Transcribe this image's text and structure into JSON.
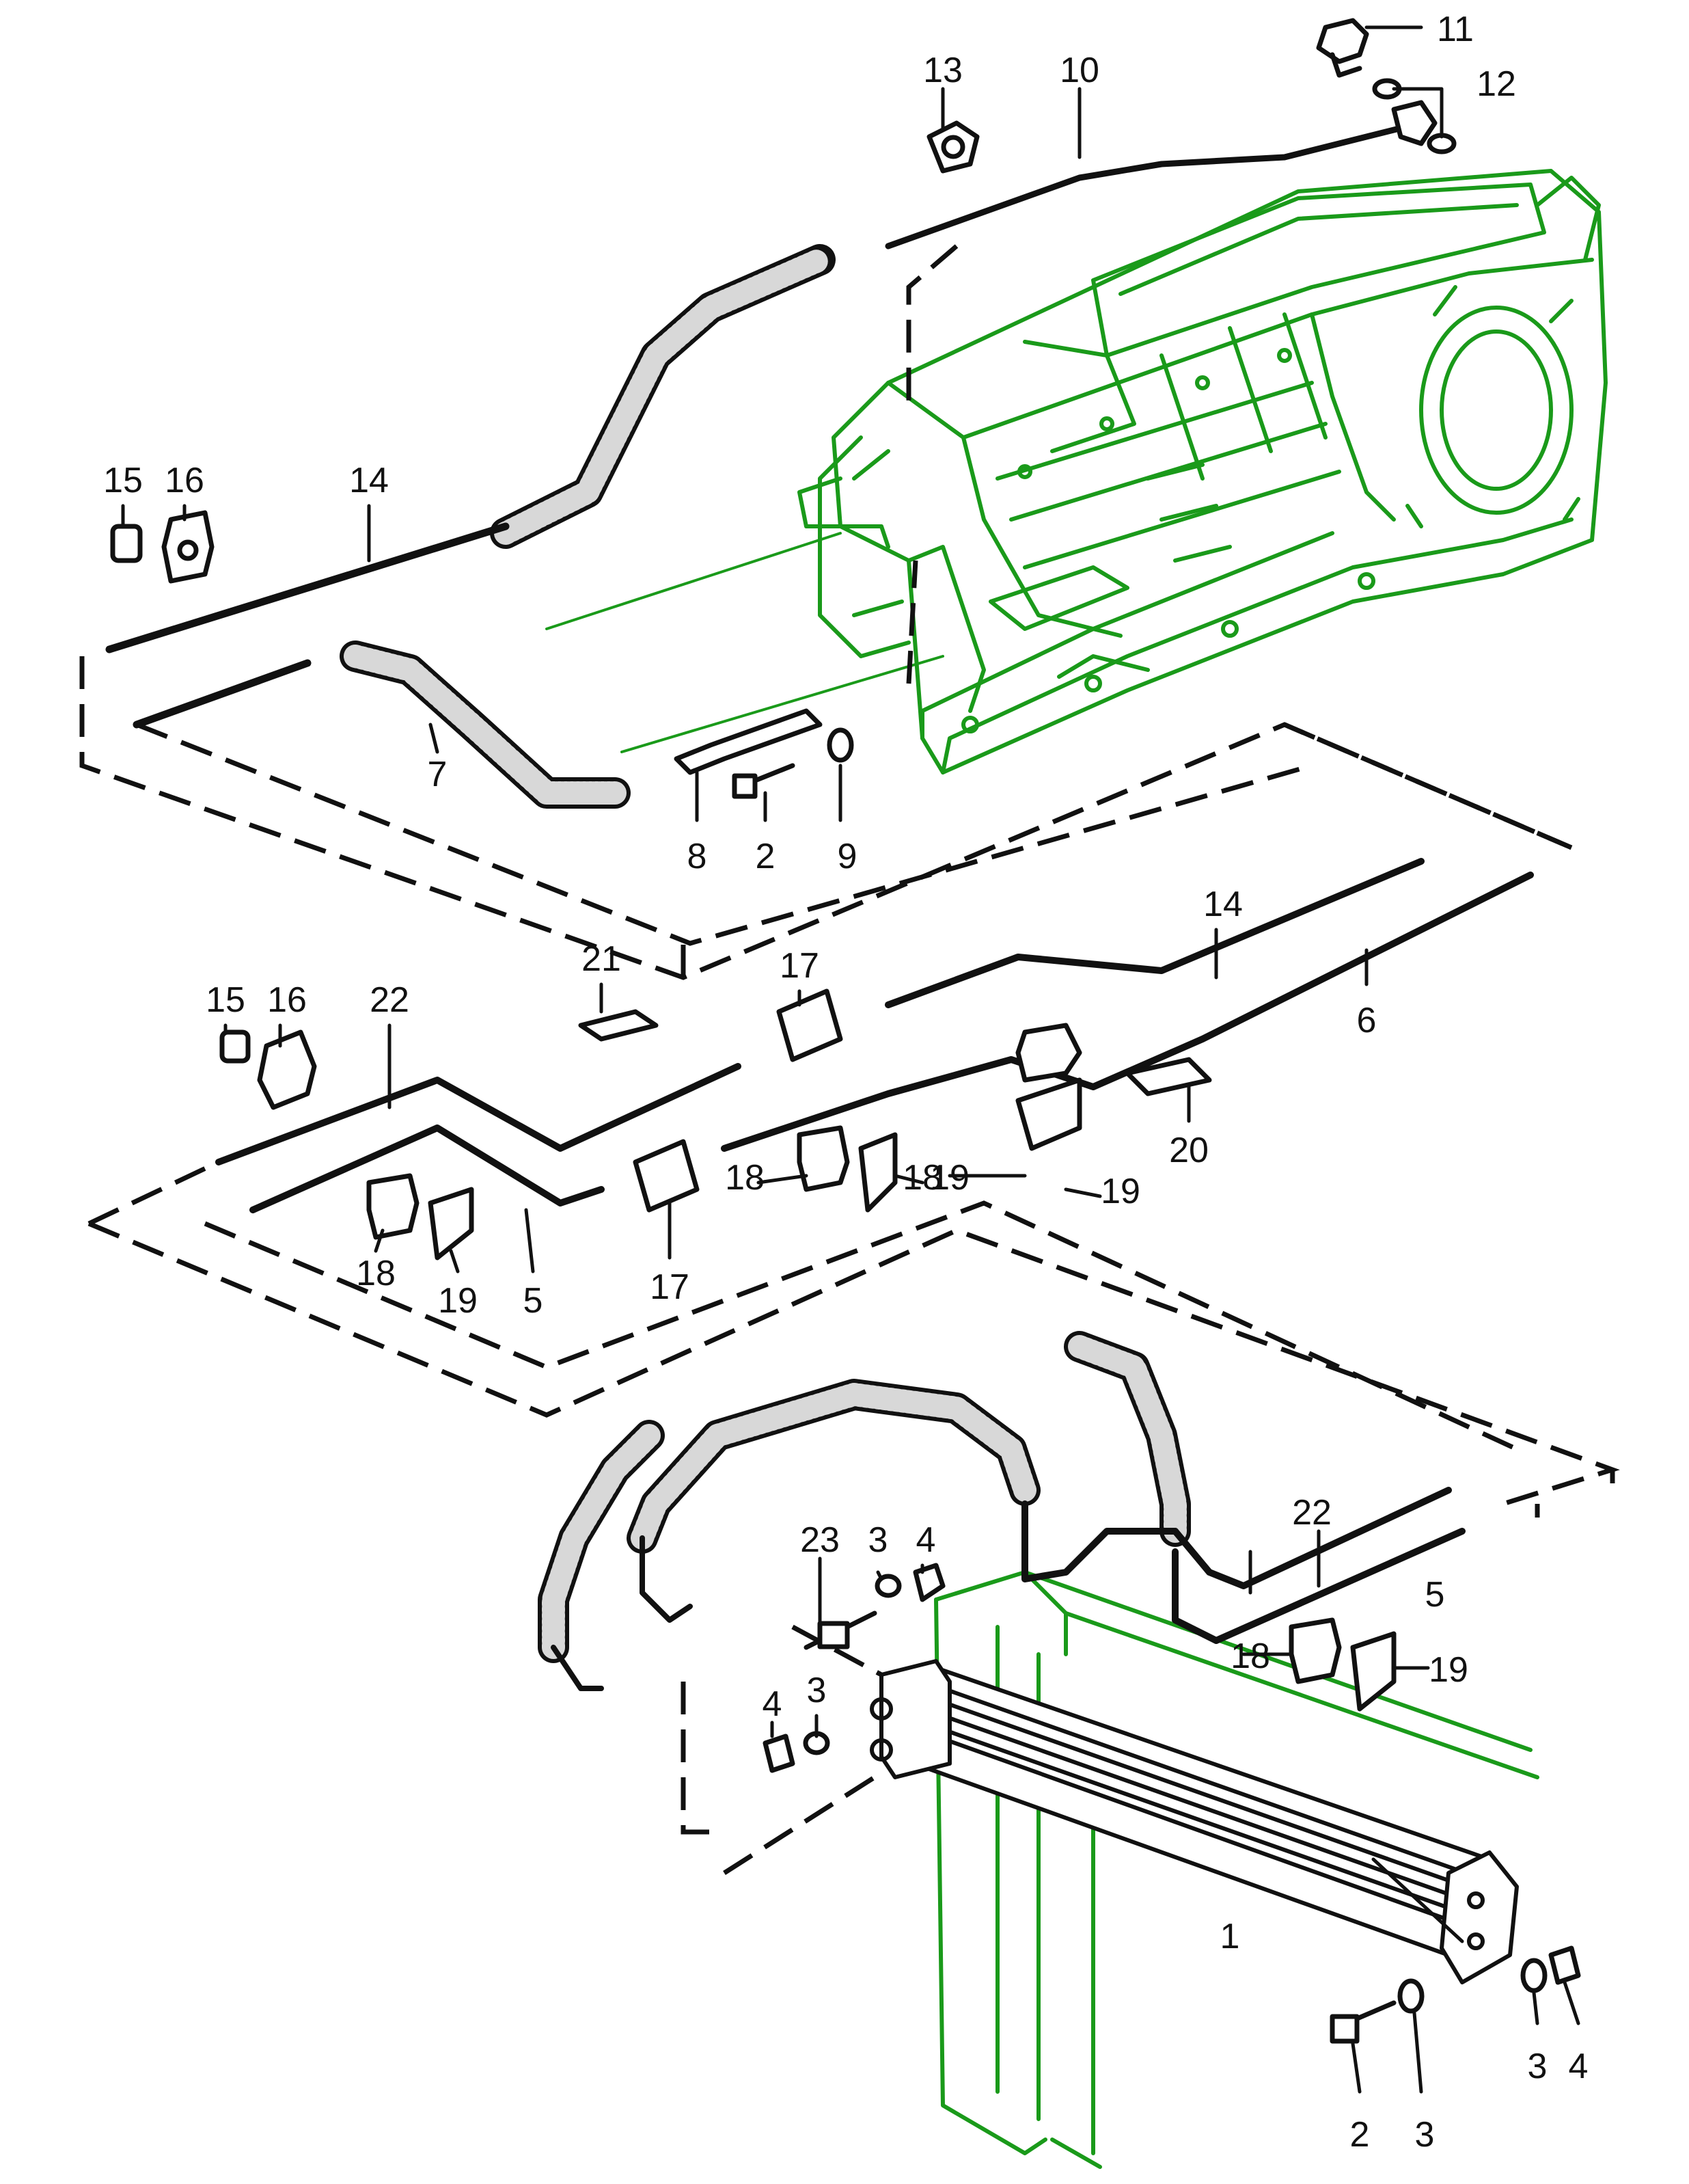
{
  "labels": {
    "l1": "1",
    "l2a": "2",
    "l2b": "2",
    "l3a": "3",
    "l3b": "3",
    "l3c": "3",
    "l3d": "3",
    "l4a": "4",
    "l4b": "4",
    "l4c": "4",
    "l5a": "5",
    "l5b": "5",
    "l6": "6",
    "l7": "7",
    "l8": "8",
    "l9": "9",
    "l10": "10",
    "l11": "11",
    "l12": "12",
    "l13": "13",
    "l14a": "14",
    "l14b": "14",
    "l15a": "15",
    "l15b": "15",
    "l16a": "16",
    "l16b": "16",
    "l17a": "17",
    "l17b": "17",
    "l18a": "18",
    "l18b": "18",
    "l18c": "18",
    "l18d": "18",
    "l19a": "19",
    "l19b": "19",
    "l19c": "19",
    "l19d": "19",
    "l20": "20",
    "l21": "21",
    "l22a": "22",
    "l22b": "22",
    "l23": "23"
  },
  "colors": {
    "ink": "#111111",
    "housing": "#1a9a1a",
    "hose_fill": "#d8d8d8"
  }
}
